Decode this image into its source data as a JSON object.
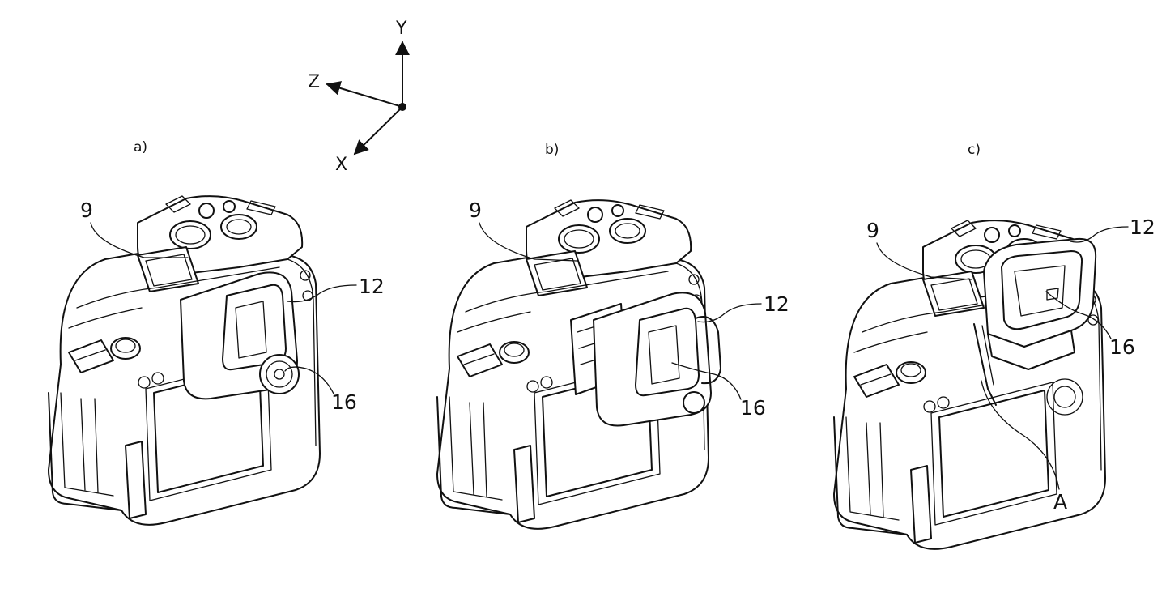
{
  "axes": {
    "y": "Y",
    "z": "Z",
    "x": "X"
  },
  "panels": [
    {
      "label": "a)",
      "callouts": {
        "nine": "9",
        "twelve": "12",
        "sixteen": "16"
      }
    },
    {
      "label": "b)",
      "callouts": {
        "nine": "9",
        "twelve": "12",
        "sixteen": "16"
      }
    },
    {
      "label": "c)",
      "callouts": {
        "nine": "9",
        "twelve": "12",
        "sixteen": "16",
        "a": "A"
      }
    }
  ]
}
